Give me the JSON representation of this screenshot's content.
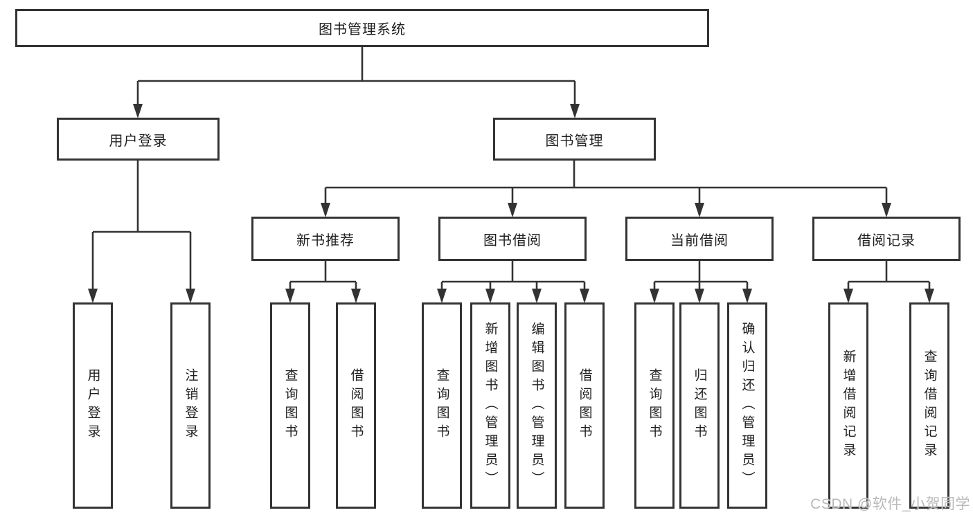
{
  "colors": {
    "line": "#333333",
    "box_border": "#333333",
    "box_fill": "#ffffff",
    "text": "#1f1f1f",
    "watermark": "#b9b9b9",
    "background": "#ffffff"
  },
  "watermark": "CSDN @软件_小贺同学",
  "tree": {
    "root": {
      "label": "图书管理系统",
      "children": [
        {
          "label": "用户登录",
          "children": [
            {
              "label": "用户登录"
            },
            {
              "label": "注销登录"
            }
          ]
        },
        {
          "label": "图书管理",
          "children": [
            {
              "label": "新书推荐",
              "children": [
                {
                  "label": "查询图书"
                },
                {
                  "label": "借阅图书"
                }
              ]
            },
            {
              "label": "图书借阅",
              "children": [
                {
                  "label": "查询图书"
                },
                {
                  "label": "新增图书（管理员）"
                },
                {
                  "label": "编辑图书（管理员）"
                },
                {
                  "label": "借阅图书"
                }
              ]
            },
            {
              "label": "当前借阅",
              "children": [
                {
                  "label": "查询图书"
                },
                {
                  "label": "归还图书"
                },
                {
                  "label": "确认归还（管理员）"
                }
              ]
            },
            {
              "label": "借阅记录",
              "children": [
                {
                  "label": "新增借阅记录"
                },
                {
                  "label": "查询借阅记录"
                }
              ]
            }
          ]
        }
      ]
    }
  }
}
